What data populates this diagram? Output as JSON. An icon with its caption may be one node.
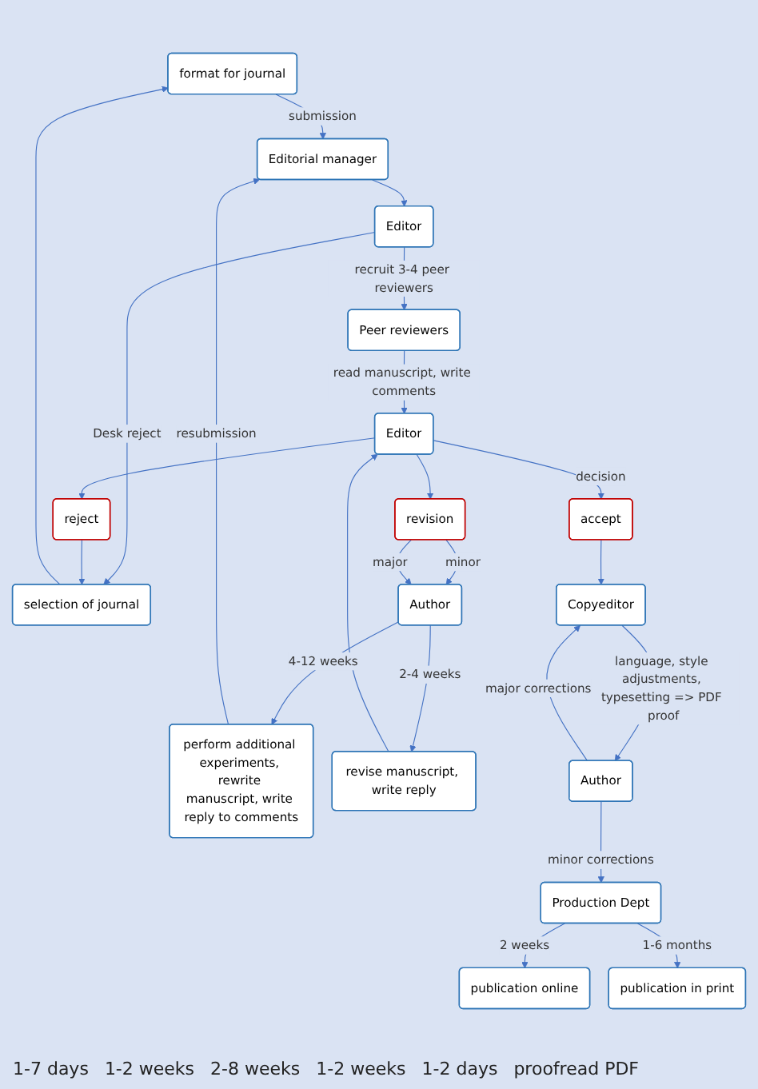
{
  "diagram": {
    "nodes": [
      {
        "text": [
          "format for journal"
        ]
      },
      {
        "text": [
          "Editorial manager"
        ]
      },
      {
        "text": [
          "selection of journal"
        ]
      },
      {
        "text": [
          "Editor"
        ]
      },
      {
        "text": [
          "perform additional experiments, rewrite manuscript, write reply to comments"
        ]
      },
      {
        "text": [
          "Peer reviewers"
        ]
      },
      {
        "text": [
          "revise manuscript, write reply"
        ]
      },
      {
        "text": [
          "Editor"
        ]
      },
      {
        "text": [
          "Author"
        ]
      },
      {
        "text": [
          "reject"
        ]
      },
      {
        "text": [
          "accept"
        ]
      },
      {
        "text": [
          "revision"
        ]
      },
      {
        "text": [
          "Copyeditor"
        ]
      },
      {
        "text": [
          "Author"
        ]
      },
      {
        "text": [
          "Production Dept"
        ]
      },
      {
        "text": [
          "publication online"
        ]
      },
      {
        "text": [
          "publication in print"
        ]
      }
    ],
    "edges": [
      {
        "from": 0,
        "to": 1,
        "arrow": "to",
        "label": "submission"
      },
      {
        "from": 1,
        "to": 3,
        "arrow": "to"
      },
      {
        "from": 3,
        "to": 2,
        "arrow": "to",
        "label": "Desk reject"
      },
      {
        "from": 2,
        "to": 0,
        "arrow": "to"
      },
      {
        "from": 4,
        "to": 1,
        "arrow": "to",
        "label": "resubmission"
      },
      {
        "from": 3,
        "to": 5,
        "arrow": "to",
        "label": "recruit 3-4 peer reviewers"
      },
      {
        "from": 5,
        "to": 7,
        "arrow": "to",
        "label": "read manuscript, write comments"
      },
      {
        "from": 6,
        "to": 7,
        "arrow": "to"
      },
      {
        "from": 8,
        "to": 6,
        "arrow": "to",
        "label": "2-4 weeks"
      },
      {
        "from": 8,
        "to": 4,
        "arrow": "to",
        "label": "4-12 weeks"
      },
      {
        "from": 7,
        "to": 9,
        "arrow": "to"
      },
      {
        "from": 7,
        "to": 10,
        "arrow": "to",
        "label": "decision"
      },
      {
        "from": 7,
        "to": 11,
        "arrow": "to"
      },
      {
        "from": 9,
        "to": 2,
        "arrow": "to"
      },
      {
        "from": 11,
        "to": 8,
        "arrow": "to",
        "label": "minor"
      },
      {
        "from": 11,
        "to": 8,
        "arrow": "to",
        "label": "major"
      },
      {
        "from": 10,
        "to": 12,
        "arrow": "to"
      },
      {
        "from": 12,
        "to": 13,
        "arrow": "to",
        "label": "language, style adjustments, typesetting => PDF proof"
      },
      {
        "from": 13,
        "to": 12,
        "arrow": "to",
        "label": "major corrections"
      },
      {
        "from": 13,
        "to": 14,
        "arrow": "to",
        "label": "minor corrections"
      },
      {
        "from": 14,
        "to": 15,
        "arrow": "to",
        "label": "2 weeks"
      },
      {
        "from": 14,
        "to": 16,
        "arrow": "to",
        "label": "1-6 months"
      }
    ],
    "labels": [
      "1-7 days",
      "1-2 weeks",
      "2-8 weeks",
      "1-2 weeks",
      "1-2 days",
      "proofread PDF"
    ]
  }
}
